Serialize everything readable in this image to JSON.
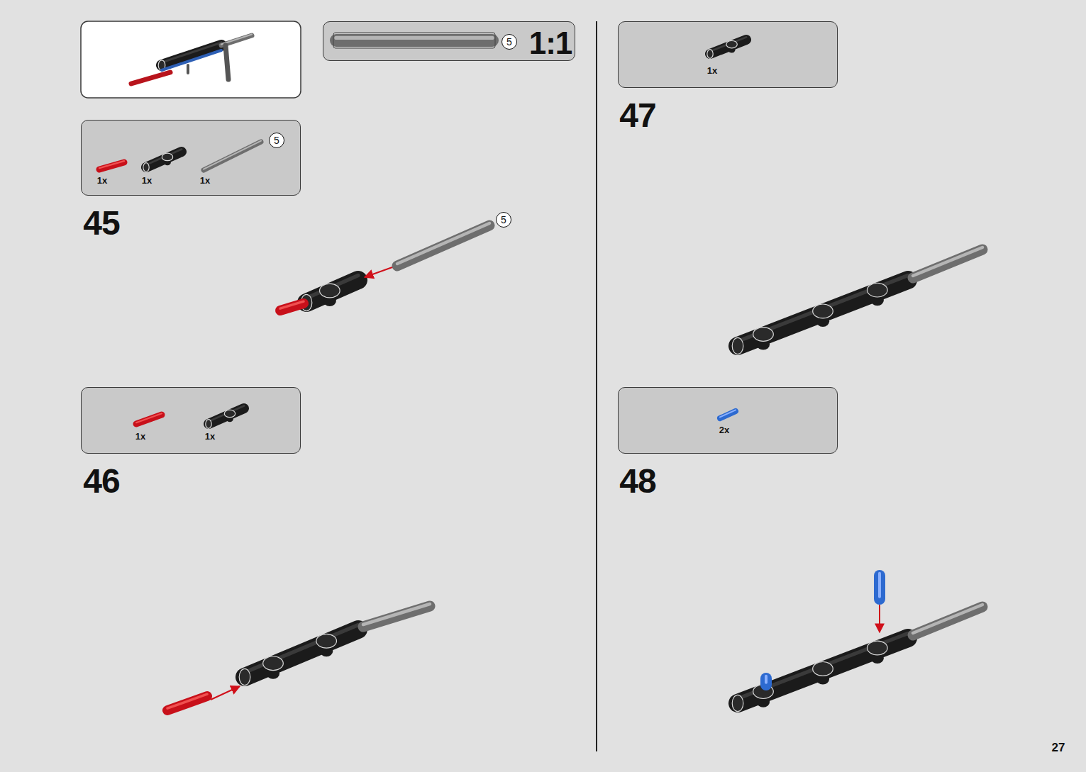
{
  "diagram": {
    "nodes": [
      {
        "text": [
          "5",
          "1:1"
        ]
      },
      {
        "text": [
          "1x",
          "1x",
          "1x",
          "5",
          "45"
        ]
      },
      {
        "text": [
          "1x",
          "1x",
          "46"
        ]
      },
      {
        "text": [
          "1x",
          "47"
        ]
      },
      {
        "text": [
          "2x",
          "48"
        ]
      }
    ],
    "labels": [
      "5",
      "27"
    ]
  }
}
